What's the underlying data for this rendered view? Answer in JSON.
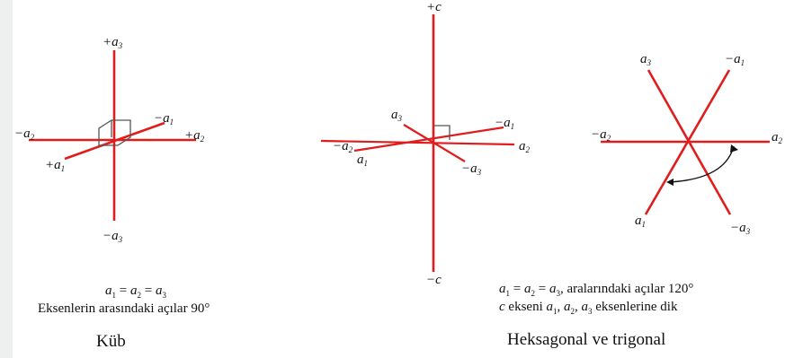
{
  "cubic": {
    "labels": {
      "pos_a3": "+a3",
      "neg_a3": "−a3",
      "neg_a2": "−a2",
      "pos_a2": "+a2",
      "neg_a1": "−a1",
      "pos_a1": "+a1"
    },
    "caption_line1": "a1 = a2 = a3",
    "caption_line2": "Eksenlerin arasındaki açılar 90°",
    "title": "Küb"
  },
  "hexagonal": {
    "labels": {
      "pos_c": "+c",
      "neg_c": "−c",
      "a3": "a3",
      "neg_a1": "−a1",
      "neg_a2": "−a2",
      "a2": "a2",
      "a1": "a1",
      "neg_a3": "−a3"
    },
    "caption_line1": "a1 = a2 = a3, aralarındaki açılar 120°",
    "caption_line2": "c ekseni a1, a2, a3 eksenlerine dik",
    "title": "Heksagonal ve trigonal"
  },
  "trigonal": {
    "labels": {
      "a3": "a3",
      "neg_a1": "−a1",
      "neg_a2": "−a2",
      "a2": "a2",
      "a1": "a1",
      "neg_a3": "−a3"
    }
  },
  "colors": {
    "axis": "#e01c1c",
    "marker": "#555555",
    "text": "#111111"
  }
}
